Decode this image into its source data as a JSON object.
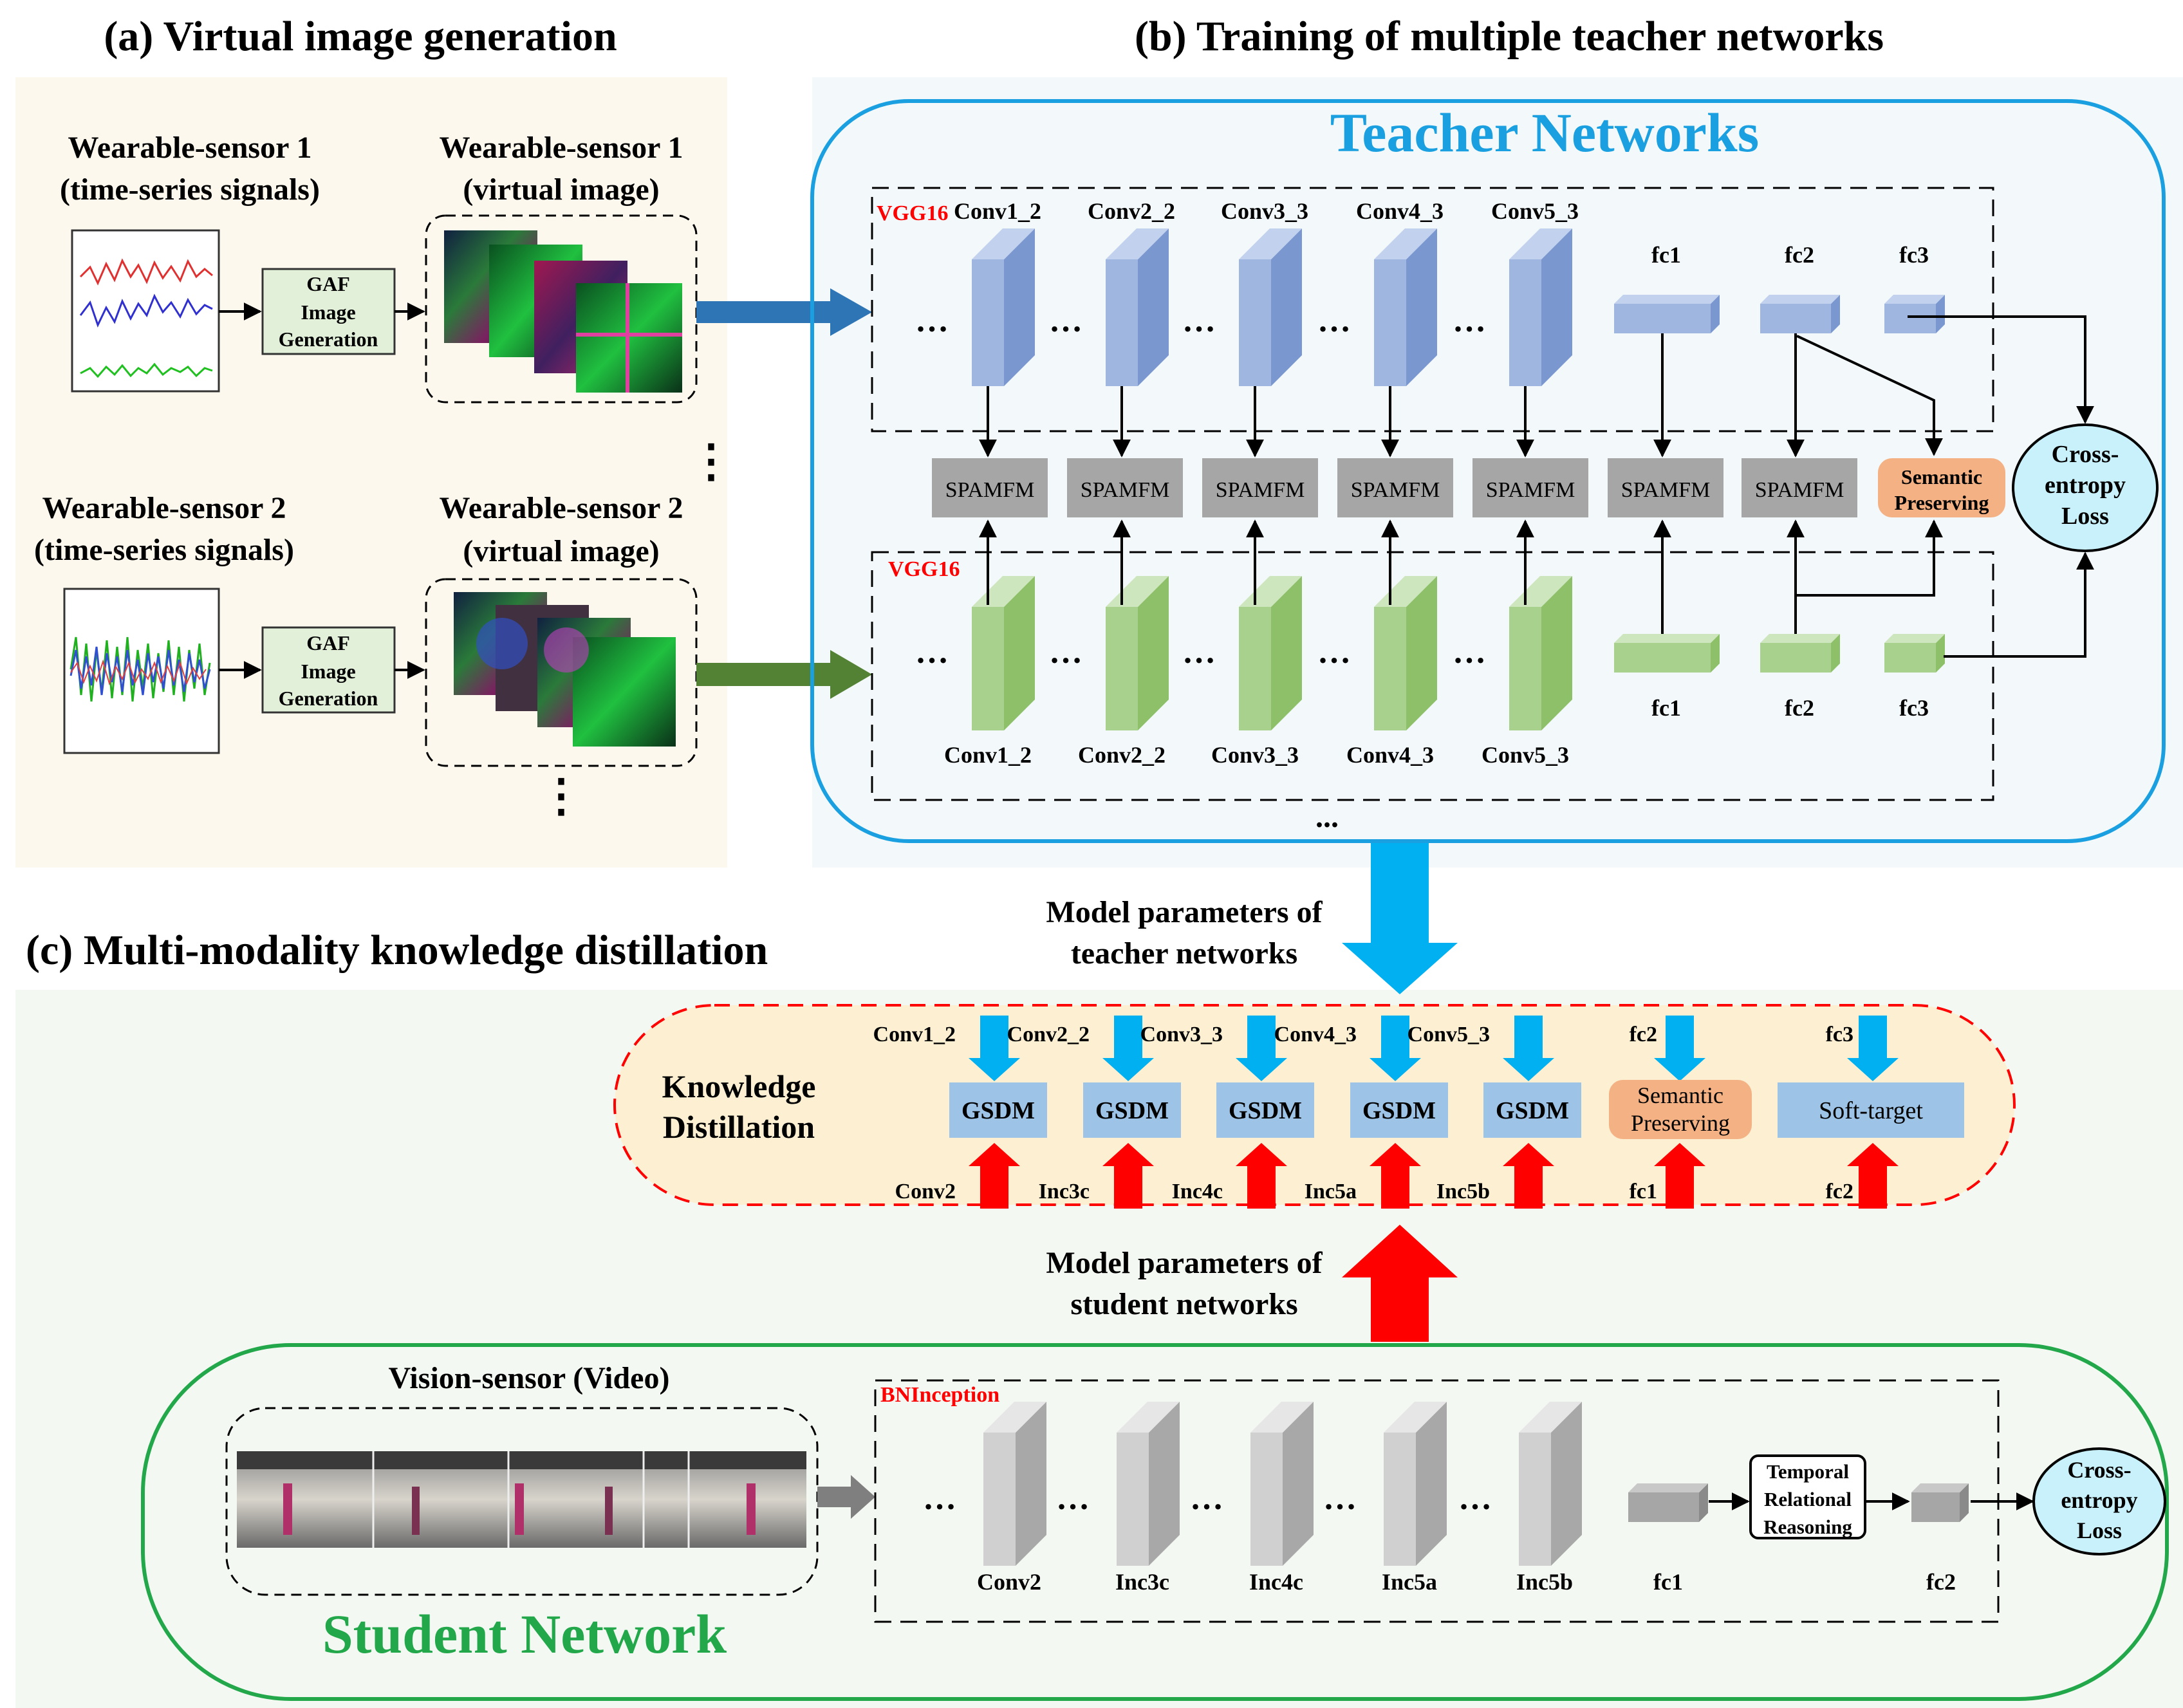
{
  "sections": {
    "a_title": "(a) Virtual image generation",
    "b_title": "(b) Training of multiple teacher networks",
    "c_title": "(c) Multi-modality knowledge distillation"
  },
  "virtual": {
    "sensor1_title": [
      "Wearable-sensor 1",
      "(time-series signals)"
    ],
    "sensor1_image_title": [
      "Wearable-sensor 1",
      "(virtual image)"
    ],
    "sensor2_title": [
      "Wearable-sensor 2",
      "(time-series signals)"
    ],
    "sensor2_image_title": [
      "Wearable-sensor 2",
      "(virtual image)"
    ],
    "gaf_label": [
      "GAF",
      "Image",
      "Generation"
    ],
    "ellipsis_v": "⋮"
  },
  "teacher": {
    "title": "Teacher Networks",
    "net_label": "VGG16",
    "conv_layers": [
      "Conv1_2",
      "Conv2_2",
      "Conv3_3",
      "Conv4_3",
      "Conv5_3"
    ],
    "fc_layers": [
      "fc1",
      "fc2",
      "fc3"
    ],
    "fusion_label": "SPAMFM",
    "semantic": [
      "Semantic",
      "Preserving"
    ],
    "loss": [
      "Cross-",
      "entropy",
      "Loss"
    ],
    "ellipsis": "…",
    "dots": "..."
  },
  "flow": {
    "teacher_params": [
      "Model parameters of",
      "teacher networks"
    ],
    "student_params": [
      "Model parameters of",
      "student networks"
    ]
  },
  "distillation": {
    "label": [
      "Knowledge",
      "Distillation"
    ],
    "teacher_inputs": [
      "Conv1_2",
      "Conv2_2",
      "Conv3_3",
      "Conv4_3",
      "Conv5_3",
      "fc2",
      "fc3"
    ],
    "student_inputs": [
      "Conv2",
      "Inc3c",
      "Inc4c",
      "Inc5a",
      "Inc5b",
      "fc1",
      "fc2"
    ],
    "module": "GSDM",
    "semantic": [
      "Semantic",
      "Preserving"
    ],
    "soft_target": "Soft-target"
  },
  "student": {
    "title": "Student Network",
    "video_title": "Vision-sensor (Video)",
    "net_label": "BNInception",
    "layers": [
      "Conv2",
      "Inc3c",
      "Inc4c",
      "Inc5a",
      "Inc5b"
    ],
    "fc_layers": [
      "fc1",
      "fc2"
    ],
    "trr": [
      "Temporal",
      "Relational",
      "Reasoning"
    ],
    "loss": [
      "Cross-",
      "entropy",
      "Loss"
    ]
  },
  "colors": {
    "teacher_blue": "#1aa0e0",
    "student_green": "#22a84a",
    "conv_blue": "#9fb6e0",
    "conv_green": "#a9d18e",
    "grey_box": "#a6a6a6",
    "semantic_orange": "#f4b183",
    "gsdm_blue": "#9dc3e6",
    "arrow_red": "#ff0000",
    "arrow_cyan": "#00b0f0",
    "loss_fill": "#c9f1fb"
  }
}
